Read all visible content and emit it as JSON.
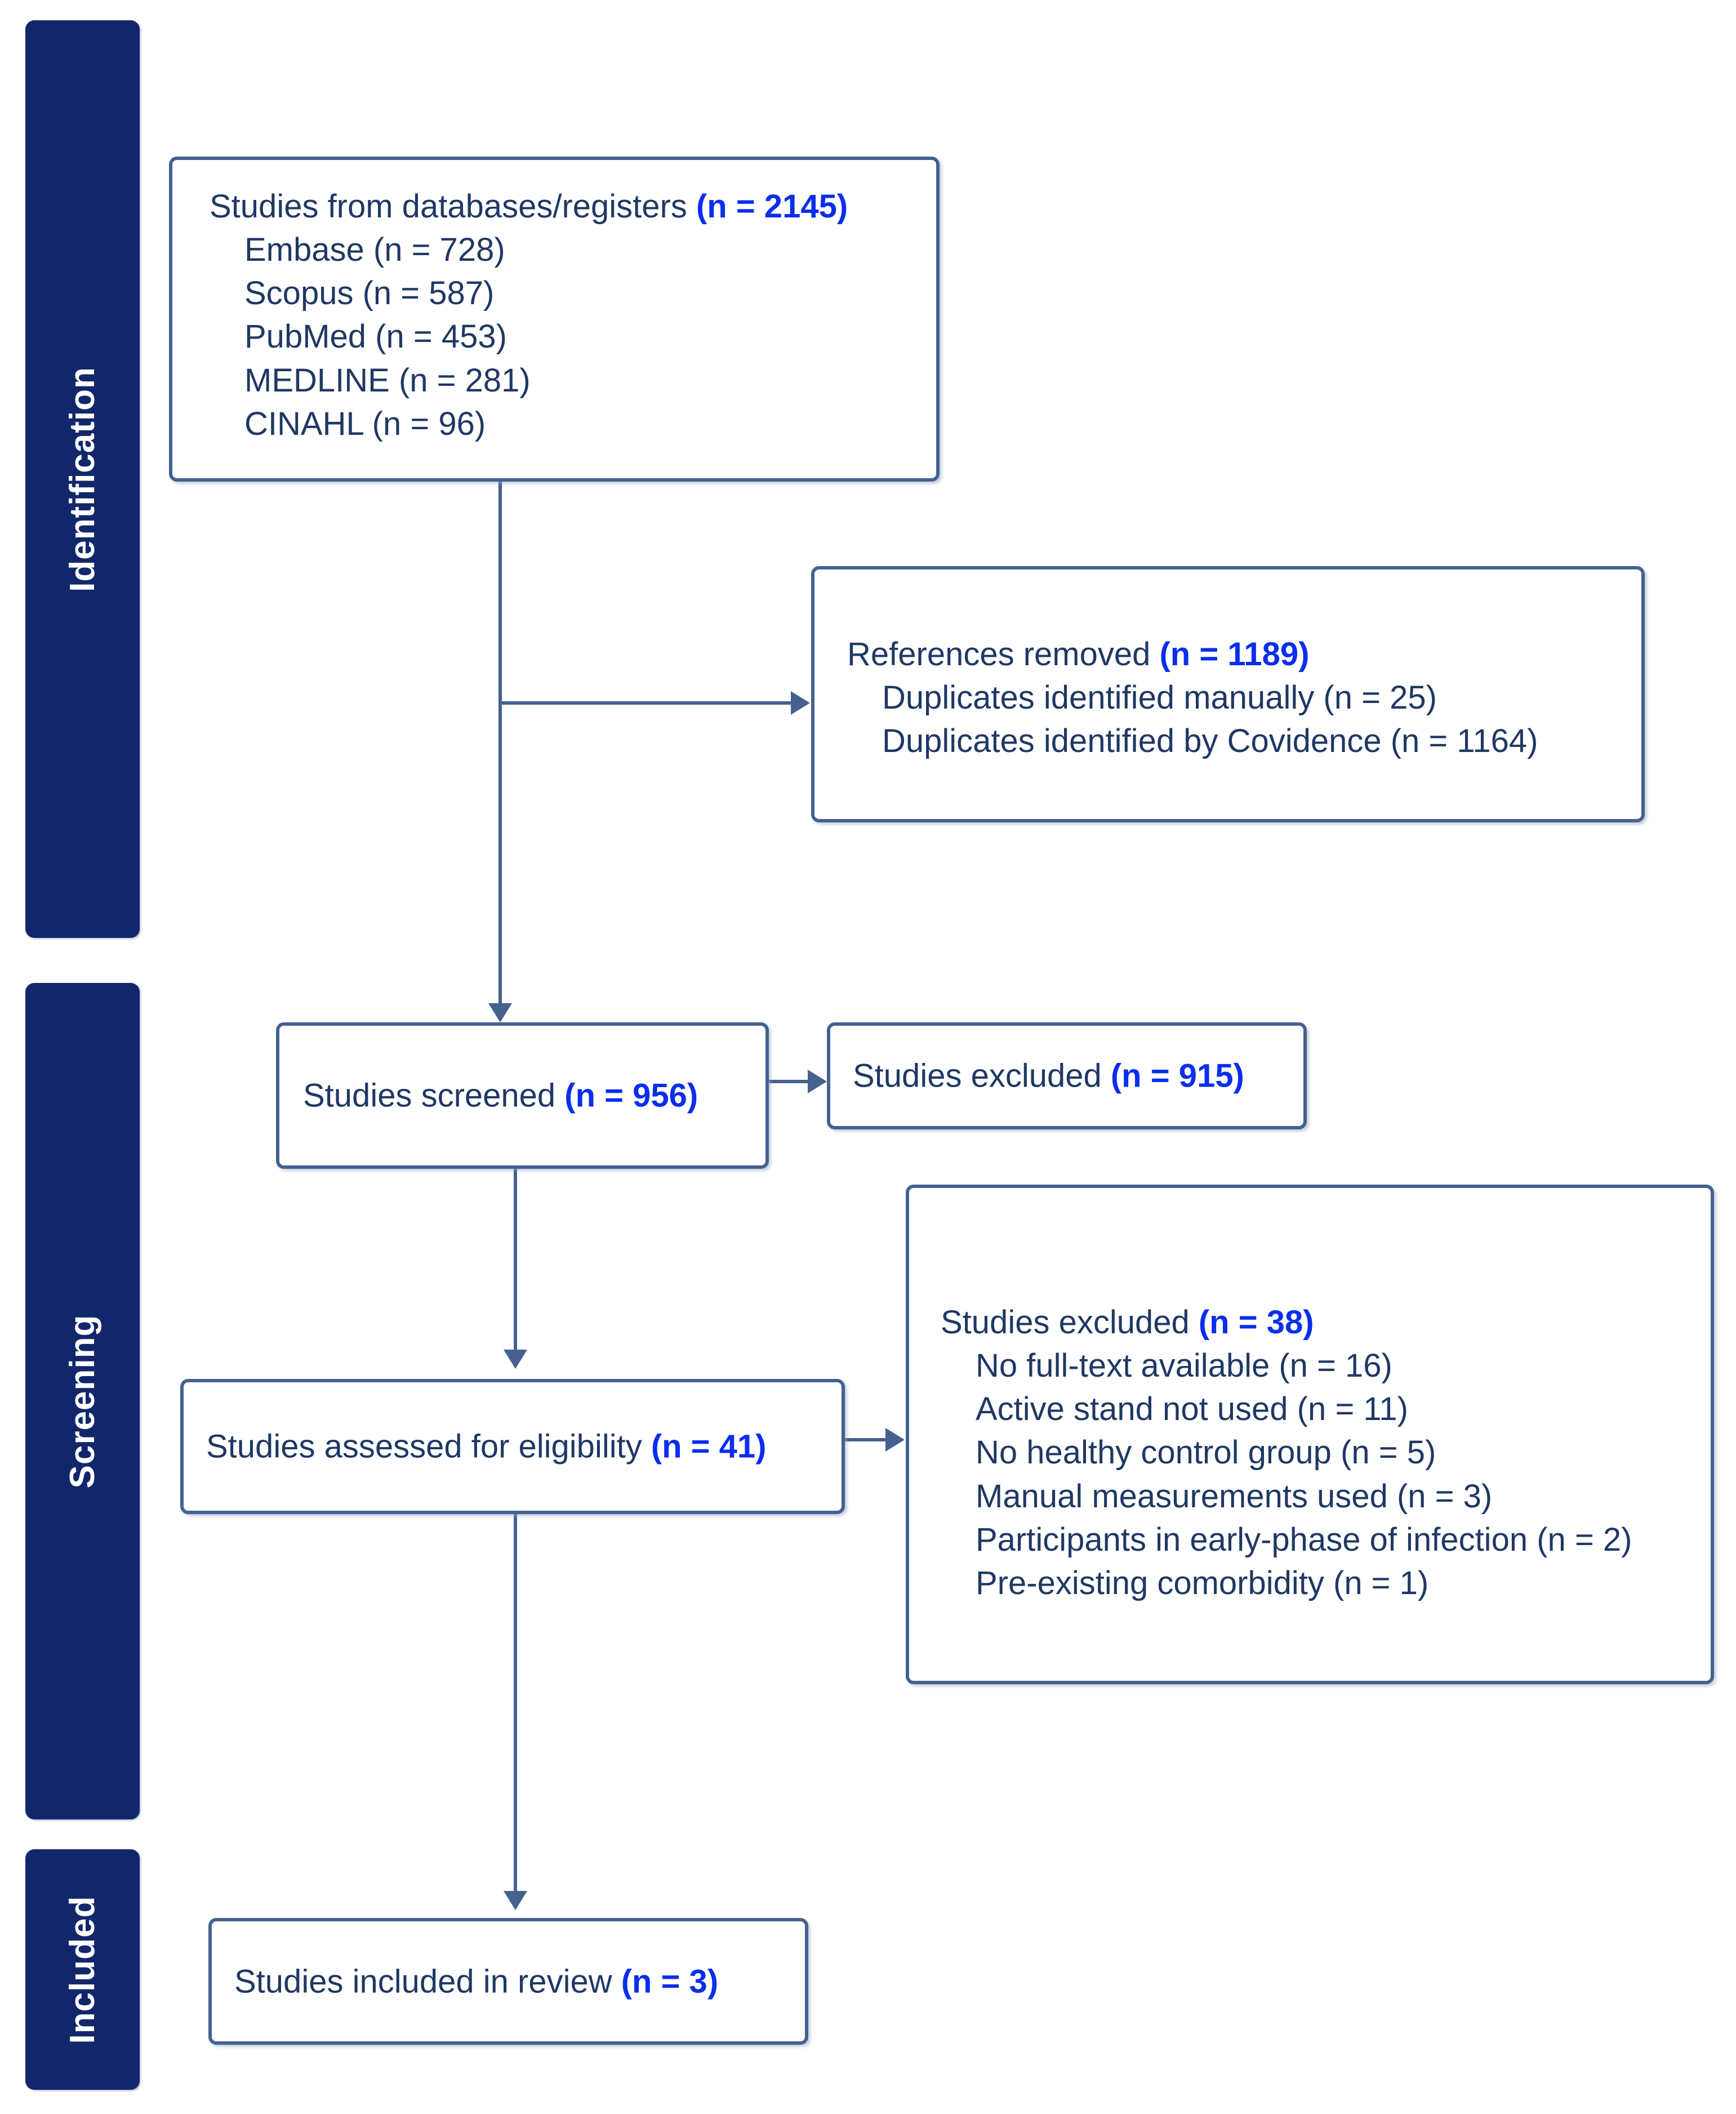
{
  "diagram": {
    "title": "PRISMA flow diagram",
    "colors": {
      "phase_bar_navy": "#12276B",
      "box_border_blue": "#44618F",
      "body_text_blue": "#1F3864",
      "count_highlight_blue": "#0A2EEE",
      "background": "#FFFFFF"
    }
  },
  "phases": [
    {
      "id": "identification",
      "label": "Identification"
    },
    {
      "id": "screening",
      "label": "Screening"
    },
    {
      "id": "included",
      "label": "Included"
    }
  ],
  "boxes": {
    "sources": {
      "heading_text": "Studies from databases/registers ",
      "heading_count": "(n = 2145)",
      "items": [
        "Embase (n = 728)",
        "Scopus (n = 587)",
        "PubMed (n = 453)",
        "MEDLINE (n = 281)",
        "CINAHL (n = 96)"
      ]
    },
    "references_removed": {
      "heading_text": "References removed ",
      "heading_count": "(n = 1189)",
      "items": [
        "Duplicates identified manually (n = 25)",
        "Duplicates identified by Covidence (n = 1164)"
      ]
    },
    "screened": {
      "heading_text": "Studies screened ",
      "heading_count": "(n = 956)"
    },
    "screened_excluded": {
      "heading_text": "Studies excluded ",
      "heading_count": "(n = 915)"
    },
    "eligibility": {
      "heading_text": "Studies assessed for eligibility ",
      "heading_count": "(n = 41)"
    },
    "eligibility_excluded": {
      "heading_text": "Studies excluded ",
      "heading_count": "(n = 38)",
      "items": [
        "No full-text available (n = 16)",
        "Active stand not used (n = 11)",
        "No healthy control group (n = 5)",
        "Manual measurements used (n = 3)",
        "Participants in early-phase of infection (n = 2)",
        "Pre-existing comorbidity (n = 1)"
      ]
    },
    "included": {
      "heading_text": "Studies included in review ",
      "heading_count": "(n = 3)"
    }
  },
  "chart_data": {
    "type": "diagram",
    "title": "PRISMA 2020 study selection flow",
    "nodes": [
      {
        "id": "sources",
        "phase": "Identification",
        "label": "Studies from databases/registers",
        "n": 2145,
        "breakdown": [
          {
            "label": "Embase",
            "n": 728
          },
          {
            "label": "Scopus",
            "n": 587
          },
          {
            "label": "PubMed",
            "n": 453
          },
          {
            "label": "MEDLINE",
            "n": 281
          },
          {
            "label": "CINAHL",
            "n": 96
          }
        ]
      },
      {
        "id": "references_removed",
        "phase": "Identification",
        "label": "References removed",
        "n": 1189,
        "breakdown": [
          {
            "label": "Duplicates identified manually",
            "n": 25
          },
          {
            "label": "Duplicates identified by Covidence",
            "n": 1164
          }
        ]
      },
      {
        "id": "screened",
        "phase": "Screening",
        "label": "Studies screened",
        "n": 956
      },
      {
        "id": "screened_excluded",
        "phase": "Screening",
        "label": "Studies excluded",
        "n": 915
      },
      {
        "id": "eligibility",
        "phase": "Screening",
        "label": "Studies assessed for eligibility",
        "n": 41
      },
      {
        "id": "eligibility_excluded",
        "phase": "Screening",
        "label": "Studies excluded",
        "n": 38,
        "breakdown": [
          {
            "label": "No full-text available",
            "n": 16
          },
          {
            "label": "Active stand not used",
            "n": 11
          },
          {
            "label": "No healthy control group",
            "n": 5
          },
          {
            "label": "Manual measurements used",
            "n": 3
          },
          {
            "label": "Participants in early-phase of infection",
            "n": 2
          },
          {
            "label": "Pre-existing comorbidity",
            "n": 1
          }
        ]
      },
      {
        "id": "included",
        "phase": "Included",
        "label": "Studies included in review",
        "n": 3
      }
    ],
    "edges": [
      {
        "from": "sources",
        "to": "references_removed",
        "direction": "right"
      },
      {
        "from": "sources",
        "to": "screened",
        "direction": "down"
      },
      {
        "from": "screened",
        "to": "screened_excluded",
        "direction": "right"
      },
      {
        "from": "screened",
        "to": "eligibility",
        "direction": "down"
      },
      {
        "from": "eligibility",
        "to": "eligibility_excluded",
        "direction": "right"
      },
      {
        "from": "eligibility",
        "to": "included",
        "direction": "down"
      }
    ]
  }
}
